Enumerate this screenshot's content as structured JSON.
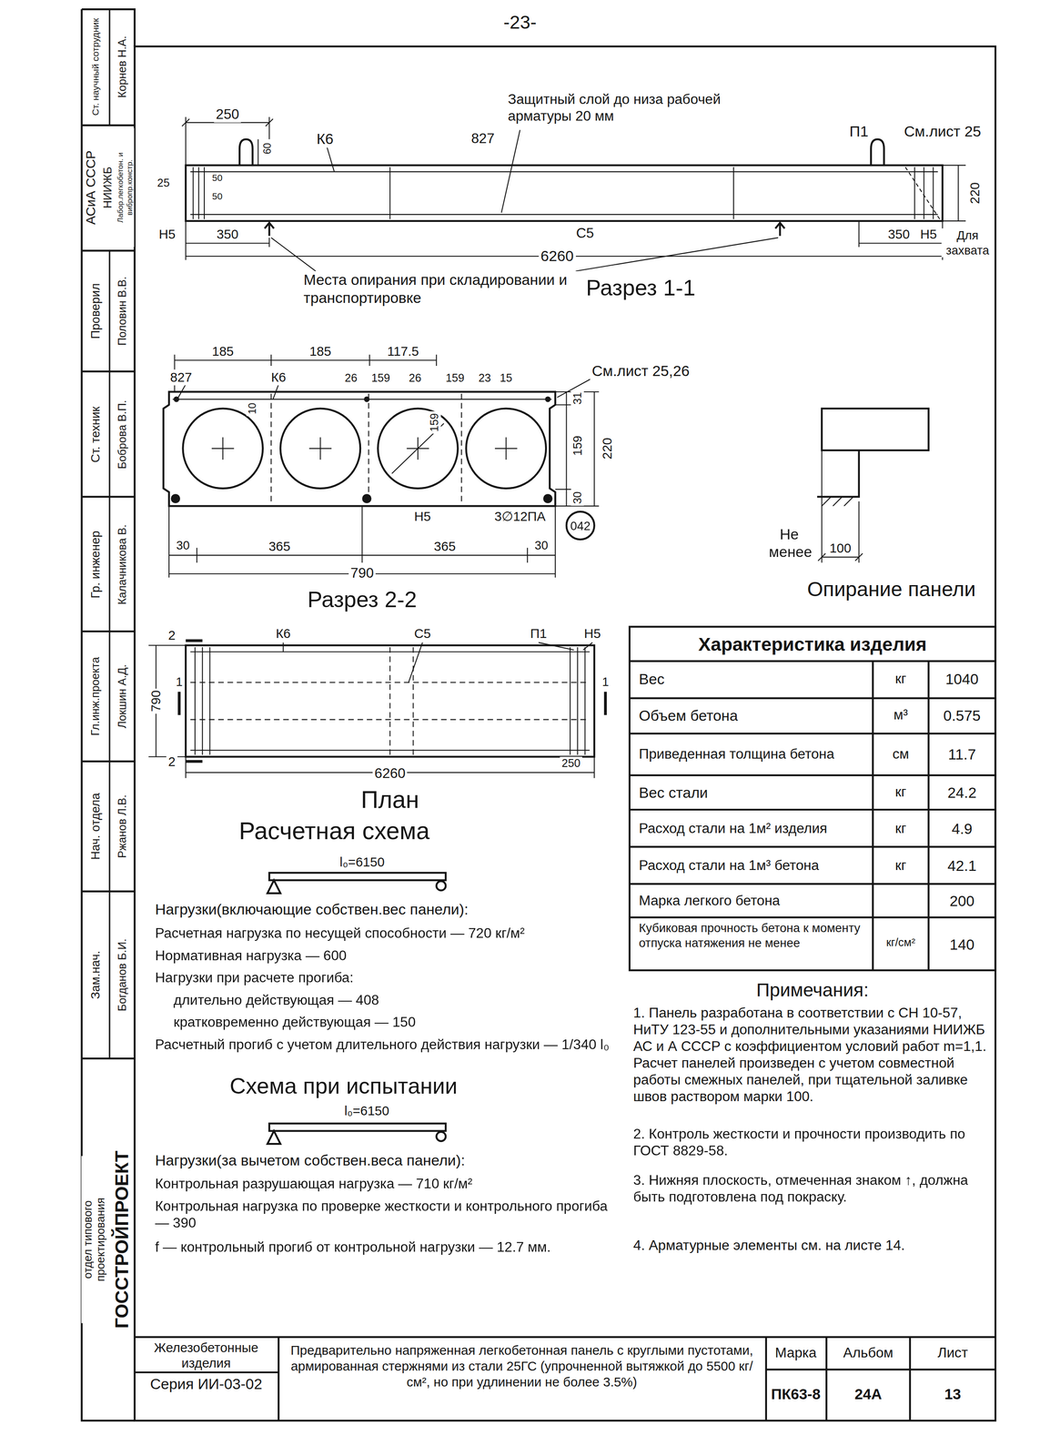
{
  "diagram": {
    "nodes": [
      {
        "text": [
          "042"
        ]
      }
    ],
    "labels": [
      "-23-",
      "Ст. научный сотрудник",
      "Корнев Н.А.",
      "АСиА СССР",
      "НИИЖБ",
      "Лабор.легкобетон. и вибропр.констр.",
      "Проверил",
      "Половин В.В.",
      "Ст. техник",
      "Боброва В.П.",
      "Гр. инженер",
      "Калачникова В.",
      "Гл.инж.проекта",
      "Локшин А.Д.",
      "Нач. отдела",
      "Ржанов Л.В.",
      "Зам.нач.",
      "Богданов Б.И.",
      "ГОССТРОЙПРОЕКТ",
      "отдел типового проектирования",
      "250",
      "60",
      "К6",
      "827",
      "Защитный слой до низа рабочей арматуры 20 мм",
      "П1",
      "См.лист 25",
      "25",
      "50",
      "50",
      "220",
      "Н5",
      "350",
      "С5",
      "350",
      "Н5",
      "Для захвата",
      "6260",
      "Места опирания при складировании и транспортировке",
      "Разрез 1-1",
      "185",
      "185",
      "117.5",
      "827",
      "К6",
      "26",
      "159",
      "26",
      "159",
      "23",
      "15",
      "См.лист 25,26",
      "10",
      "159",
      "31",
      "159",
      "220",
      "30",
      "Н5",
      "3∅12ПА",
      "30",
      "365",
      "365",
      "30",
      "790",
      "Разрез 2-2",
      "Не менее",
      "100",
      "Опирание панели",
      "2",
      "К6",
      "С5",
      "П1",
      "Н5",
      "790",
      "1",
      "1",
      "2",
      "6260",
      "250",
      "План",
      "Расчетная схема",
      "l₀=6150",
      "Нагрузки(включающие собствен.вес панели):",
      "Расчетная нагрузка по несущей способности — 720 кг/м²",
      "Нормативная нагрузка — 600",
      "Нагрузки при расчете прогиба:",
      "длительно действующая — 408",
      "кратковременно действующая — 150",
      "Расчетный прогиб с учетом длительного действия нагрузки — 1/340 l₀",
      "Схема при испытании",
      "l₀=6150",
      "Нагрузки(за вычетом собствен.веса панели):",
      "Контрольная разрушающая нагрузка — 710 кг/м²",
      "Контрольная нагрузка по проверке жесткости и контрольного прогиба — 390",
      "f — контрольный прогиб от контрольной нагрузки — 12.7 мм.",
      "Характеристика изделия",
      "Вес",
      "кг",
      "1040",
      "Объем бетона",
      "м³",
      "0.575",
      "Приведенная толщина бетона",
      "см",
      "11.7",
      "Вес стали",
      "кг",
      "24.2",
      "Расход стали на 1м² изделия",
      "кг",
      "4.9",
      "Расход стали на 1м³ бетона",
      "кг",
      "42.1",
      "Марка легкого бетона",
      "200",
      "Кубиковая прочность бетона к моменту отпуска натяжения не менее",
      "кг/см²",
      "140",
      "Примечания:",
      "1. Панель разработана в соответствии с СН 10-57, НиТУ 123-55 и дополнительными указаниями НИИЖБ АС и А СССР с коэффициентом условий работ m=1,1. Расчет панелей произведен с учетом совместной работы смежных панелей, при тщательной заливке швов раствором марки 100.",
      "2. Контроль жесткости и прочности производить по ГОСТ 8829-58.",
      "3. Нижняя плоскость, отмеченная знаком ↑, должна быть подготовлена под покраску.",
      "4. Арматурные элементы см. на листе 14.",
      "Железобетонные изделия",
      "Серия ИИ-03-02",
      "Предварительно напряженная легкобетонная панель с круглыми пустотами, армированная стержнями из стали 25ГС (упрочненной вытяжкой до 5500 кг/см², но при удлинении не более 3.5%)",
      "Марка",
      "Альбом",
      "Лист",
      "ПК63-8",
      "24А",
      "13"
    ]
  }
}
